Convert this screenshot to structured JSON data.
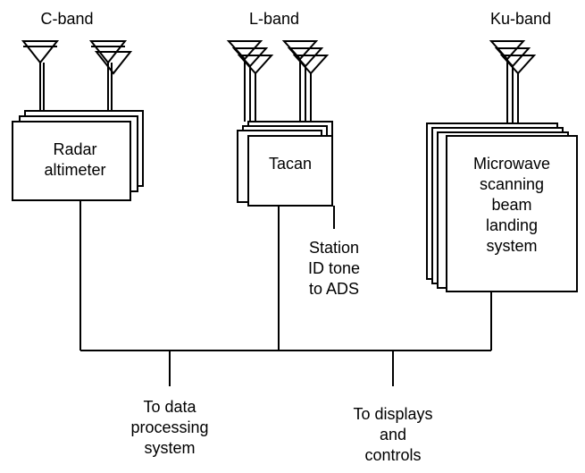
{
  "bands": {
    "c": "C-band",
    "l": "L-band",
    "ku": "Ku-band"
  },
  "units": {
    "radar": [
      "Radar",
      "altimeter"
    ],
    "tacan": "Tacan",
    "mls": [
      "Microwave",
      "scanning",
      "beam",
      "landing",
      "system"
    ]
  },
  "notes": {
    "station": [
      "Station",
      "ID tone",
      "to ADS"
    ]
  },
  "outputs": {
    "data": [
      "To data",
      "processing",
      "system"
    ],
    "displays": [
      "To displays",
      "and",
      "controls"
    ]
  }
}
